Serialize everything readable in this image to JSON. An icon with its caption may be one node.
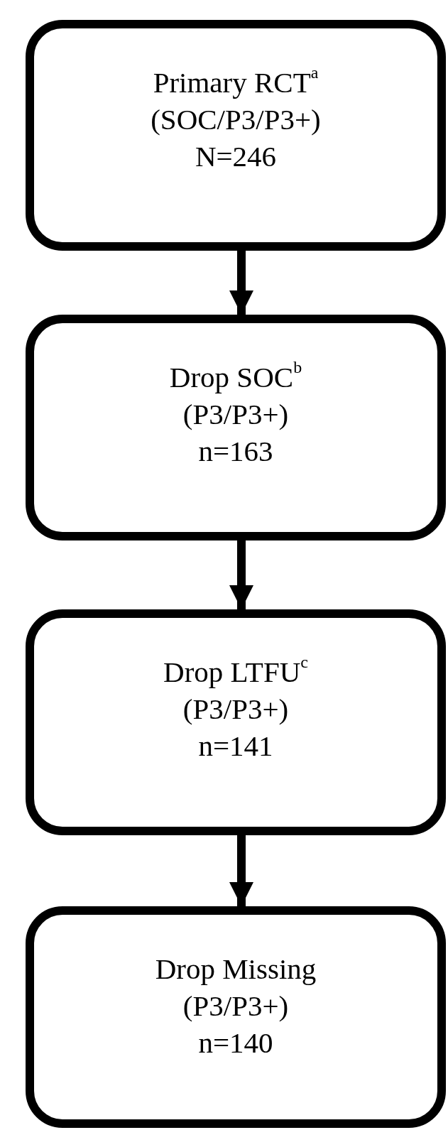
{
  "diagram": {
    "nodes": [
      {
        "text": [
          "Primary RCT$^{a}$",
          "(SOC/P3/P3+)",
          "N=246"
        ]
      },
      {
        "text": [
          "Drop SOC$^{b}$",
          "(P3/P3+)",
          "n=163"
        ]
      },
      {
        "text": [
          "Drop LTFU$^{c}$",
          "(P3/P3+)",
          "n=141"
        ]
      },
      {
        "text": [
          "Drop Missing",
          "(P3/P3+)",
          "n=140"
        ]
      }
    ],
    "edges": [
      {
        "from": 0,
        "to": 1,
        "arrow": "to"
      },
      {
        "from": 1,
        "to": 2,
        "arrow": "to"
      },
      {
        "from": 2,
        "to": 3,
        "arrow": "to"
      }
    ]
  }
}
